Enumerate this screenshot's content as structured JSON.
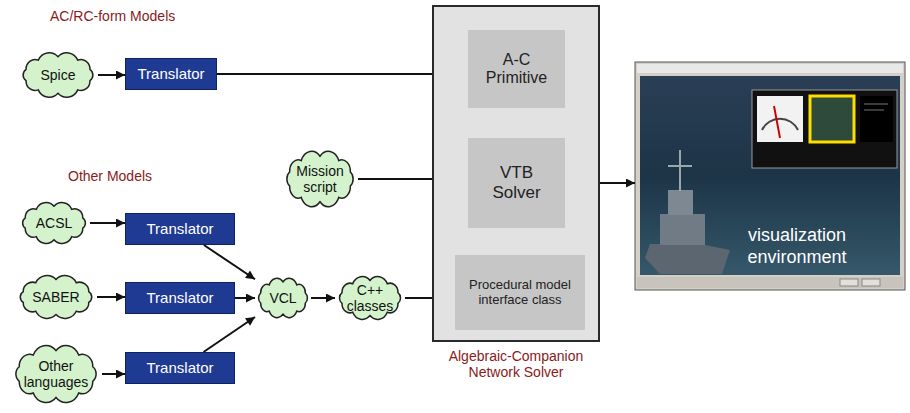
{
  "diagram": {
    "nodes": [
      {
        "text": [
          "Spice"
        ]
      },
      {
        "text": [
          "Translator"
        ]
      },
      {
        "text": [
          "Algebraic-Companion Network Solver"
        ]
      },
      {
        "text": [
          "A-C Primitive"
        ],
        "in": 2
      },
      {
        "text": [
          "VTB Solver"
        ],
        "in": 2
      },
      {
        "text": [
          "Procedural model interface class"
        ],
        "in": 2
      },
      {
        "text": [
          "Mission script"
        ]
      },
      {
        "text": [
          "visualization environment"
        ]
      },
      {
        "text": [
          "ACSL"
        ]
      },
      {
        "text": [
          "Translator"
        ]
      },
      {
        "text": [
          "SABER"
        ]
      },
      {
        "text": [
          "Translator"
        ]
      },
      {
        "text": [
          "VCL"
        ]
      },
      {
        "text": [
          "C++ classes"
        ]
      },
      {
        "text": [
          "Other languages"
        ]
      },
      {
        "text": [
          "Translator"
        ]
      }
    ],
    "edges": [
      {
        "from": 0,
        "to": 1,
        "arrow": "to"
      },
      {
        "from": 1,
        "to": 3,
        "arrow": "to"
      },
      {
        "from": 3,
        "to": 4,
        "arrow": "to"
      },
      {
        "from": 6,
        "to": 4,
        "arrow": "to"
      },
      {
        "from": 5,
        "to": 4,
        "arrow": "to"
      },
      {
        "from": 4,
        "to": 7,
        "arrow": "to"
      },
      {
        "from": 8,
        "to": 9,
        "arrow": "to"
      },
      {
        "from": 10,
        "to": 11,
        "arrow": "to"
      },
      {
        "from": 14,
        "to": 15,
        "arrow": "to"
      },
      {
        "from": 9,
        "to": 12,
        "arrow": "to"
      },
      {
        "from": 11,
        "to": 12,
        "arrow": "to"
      },
      {
        "from": 15,
        "to": 12,
        "arrow": "to"
      },
      {
        "from": 12,
        "to": 13,
        "arrow": "to"
      },
      {
        "from": 13,
        "to": 5,
        "arrow": "to"
      }
    ],
    "labels": [
      "AC/RC-form Models",
      "Other Models"
    ]
  }
}
